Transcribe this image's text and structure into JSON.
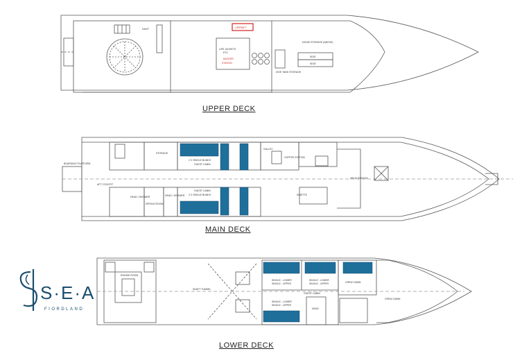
{
  "decks": {
    "upper": {
      "title": "UPPER DECK",
      "labels": {
        "life_jackets": "LIFE JACKETS",
        "life_jackets_qty": "ETC",
        "muster": "MUSTER",
        "station": "STATION",
        "liferaft": "LIFERAFT",
        "kayak_storage": "KAYAK STORAGE (ABOVE)",
        "seat": "SEAT",
        "dive_tank_storage": "DIVE TANK STORAGE",
        "davit": "DAVIT"
      }
    },
    "main": {
      "title": "MAIN DECK",
      "labels": {
        "boarding_platform": "BOARDING PLATFORM",
        "storage": "STORAGE",
        "guest_cabin": "GUEST CABIN",
        "bunks": "2 X SINGLE BUNKS",
        "galley": "GALLEY",
        "coffee_station": "COFFEE STATION",
        "aft_cockpit": "AFT COCKPIT",
        "head_shower": "HEAD / SHOWER",
        "drying_room": "DRYING ROOM",
        "helm_station": "HELM STATION",
        "dinette": "DINETTE"
      }
    },
    "lower": {
      "title": "LOWER DECK",
      "labels": {
        "engine_room": "ENGINE ROOM",
        "shaft_tunnel": "SHAFT TUNNEL",
        "crew_cabin": "CREW CABIN",
        "guest_cabin": "GUEST CABIN",
        "single_lower": "SINGLE - LOWER",
        "single_upper": "SINGLE - UPPER",
        "head": "HEAD"
      }
    }
  },
  "brand": {
    "name": "S·E·A",
    "subtitle": "FIORDLAND"
  },
  "colors": {
    "bunk": "#1f6f9b",
    "line": "#555555",
    "muster": "#d42020",
    "brand": "#1a4d6e"
  }
}
